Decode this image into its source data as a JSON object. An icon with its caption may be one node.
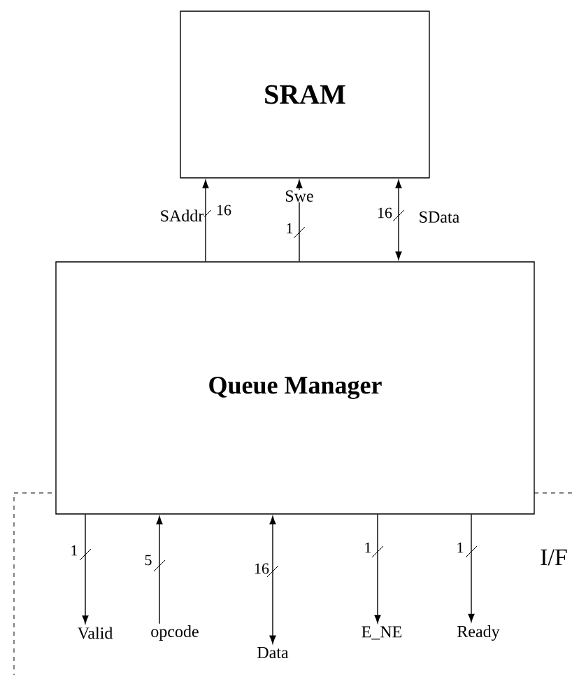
{
  "diagram": {
    "nodes": [
      {
        "text": [
          "SRAM"
        ]
      },
      {
        "text": [
          "Queue Manager"
        ]
      },
      {
        "text": [
          "Valid"
        ]
      },
      {
        "text": [
          "opcode"
        ]
      },
      {
        "text": [
          "Data"
        ]
      },
      {
        "text": [
          "E_NE"
        ]
      },
      {
        "text": [
          "Ready"
        ]
      }
    ],
    "edges": [
      {
        "from": 1,
        "to": 0,
        "arrow": "to",
        "label": "SAddr"
      },
      {
        "from": 1,
        "to": 0,
        "arrow": "to",
        "label": "Swe"
      },
      {
        "from": 1,
        "to": 0,
        "arrow": "both",
        "label": "SData"
      },
      {
        "from": 1,
        "to": 2,
        "arrow": "to"
      },
      {
        "from": 3,
        "to": 1,
        "arrow": "to"
      },
      {
        "from": 1,
        "to": 4,
        "arrow": "both"
      },
      {
        "from": 1,
        "to": 5,
        "arrow": "to"
      },
      {
        "from": 1,
        "to": 6,
        "arrow": "to"
      }
    ],
    "labels": [
      "16",
      "1",
      "16",
      "1",
      "5",
      "16",
      "1",
      "1",
      "I/F"
    ]
  }
}
